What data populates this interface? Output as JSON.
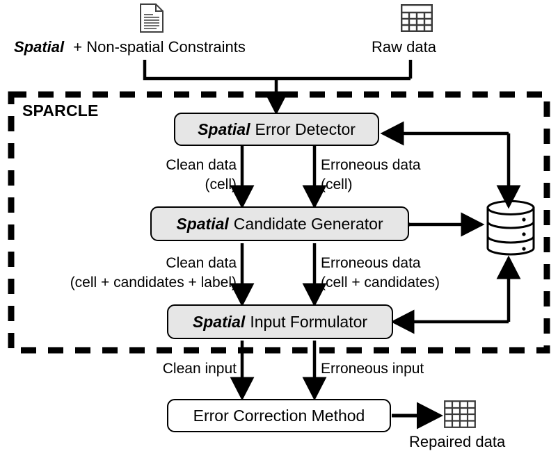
{
  "diagram": {
    "title": "SPARCLE",
    "boundary_label": "SPARCLE",
    "inputs": [
      {
        "icon": "document-icon",
        "label_emphasis": "Spatial",
        "label_rest": " + Non-spatial Constraints"
      },
      {
        "icon": "table-icon",
        "label_emphasis": "",
        "label_rest": "Raw data"
      }
    ],
    "nodes": [
      {
        "id": "spatial-error-detector",
        "emphasis": "Spatial",
        "rest": "Error Detector",
        "fill": "#e6e6e6"
      },
      {
        "id": "spatial-candidate-generator",
        "emphasis": "Spatial",
        "rest": "Candidate Generator",
        "fill": "#e6e6e6"
      },
      {
        "id": "spatial-input-formulator",
        "emphasis": "Spatial",
        "rest": "Input Formulator",
        "fill": "#e6e6e6"
      },
      {
        "id": "error-correction-method",
        "emphasis": "",
        "rest": "Error Correction Method",
        "fill": "#ffffff"
      }
    ],
    "datastore": {
      "id": "database-cylinder",
      "label": ""
    },
    "edge_labels": {
      "clean_data_cell_line1": "Clean data",
      "clean_data_cell_line2": "(cell)",
      "erroneous_data_cell_line1": "Erroneous data",
      "erroneous_data_cell_line2": "(cell)",
      "clean_data_cand_line1": "Clean data",
      "clean_data_cand_line2": "(cell + candidates + label)",
      "erroneous_data_cand_line1": "Erroneous data",
      "erroneous_data_cand_line2": "(cell + candidates)",
      "clean_input": "Clean input",
      "erroneous_input": "Erroneous input"
    },
    "output": {
      "icon": "table-icon",
      "label": "Repaired data"
    },
    "colors": {
      "stroke": "#000000",
      "node_fill_gray": "#e6e6e6",
      "node_fill_white": "#ffffff",
      "background": "#ffffff"
    }
  }
}
